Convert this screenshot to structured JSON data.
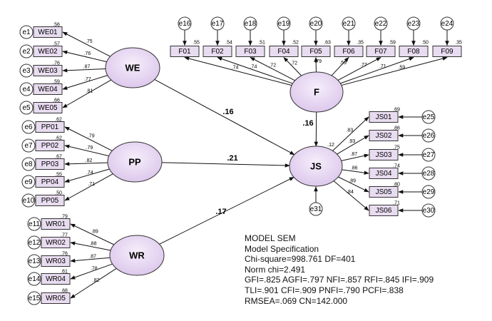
{
  "factors": [
    {
      "id": "WE",
      "label": "WE"
    },
    {
      "id": "PP",
      "label": "PP"
    },
    {
      "id": "WR",
      "label": "WR"
    },
    {
      "id": "F",
      "label": "F"
    },
    {
      "id": "JS",
      "label": "JS"
    }
  ],
  "paths": [
    {
      "from": "WE",
      "to": "JS",
      "coef": ".16"
    },
    {
      "from": "PP",
      "to": "JS",
      "coef": ".21"
    },
    {
      "from": "WR",
      "to": "JS",
      "coef": ".17"
    },
    {
      "from": "F",
      "to": "JS",
      "coef": ".16"
    }
  ],
  "indicators": {
    "WE": [
      {
        "label": "WE01",
        "error": "e1",
        "loading": ".75",
        "r2": ".56"
      },
      {
        "label": "WE02",
        "error": "e2",
        "loading": ".76",
        "r2": ".57"
      },
      {
        "label": "WE03",
        "error": "e3",
        "loading": ".87",
        "r2": ".76"
      },
      {
        "label": "WE04",
        "error": "e4",
        "loading": ".77",
        "r2": ".59"
      },
      {
        "label": "WE05",
        "error": "e5",
        "loading": ".81",
        "r2": ".66"
      }
    ],
    "PP": [
      {
        "label": "PP01",
        "error": "e6",
        "loading": ".79",
        "r2": ".62"
      },
      {
        "label": "PP02",
        "error": "e7",
        "loading": ".79",
        "r2": ".62"
      },
      {
        "label": "PP03",
        "error": "e8",
        "loading": ".82",
        "r2": ".67"
      },
      {
        "label": "PP04",
        "error": "e9",
        "loading": ".74",
        "r2": ".55"
      },
      {
        "label": "PP05",
        "error": "e10",
        "loading": ".71",
        "r2": ".50"
      }
    ],
    "WR": [
      {
        "label": "WR01",
        "error": "e11",
        "loading": ".89",
        "r2": ".79"
      },
      {
        "label": "WR02",
        "error": "e12",
        "loading": ".88",
        "r2": ".77"
      },
      {
        "label": "WR03",
        "error": "e13",
        "loading": ".87",
        "r2": ".76"
      },
      {
        "label": "WR04",
        "error": "e14",
        "loading": ".78",
        "r2": ".61"
      },
      {
        "label": "WR05",
        "error": "e15",
        "loading": ".82",
        "r2": ".68"
      }
    ],
    "F": [
      {
        "label": "F01",
        "error": "e16",
        "loading": ".74",
        "r2": ".55"
      },
      {
        "label": "F02",
        "error": "e17",
        "loading": ".74",
        "r2": ".54"
      },
      {
        "label": "F03",
        "error": "e18",
        "loading": ".72",
        "r2": ".51"
      },
      {
        "label": "F04",
        "error": "e19",
        "loading": ".72",
        "r2": ".52"
      },
      {
        "label": "F05",
        "error": "e20",
        "loading": ".79",
        "r2": ".63"
      },
      {
        "label": "F06",
        "error": "e21",
        "loading": ".59",
        "r2": ".35"
      },
      {
        "label": "F07",
        "error": "e22",
        "loading": ".77",
        "r2": ".59"
      },
      {
        "label": "F08",
        "error": "e23",
        "loading": ".71",
        "r2": ".50"
      },
      {
        "label": "F09",
        "error": "e24",
        "loading": ".59",
        "r2": ".35"
      }
    ],
    "JS": [
      {
        "label": "JS01",
        "error": "e25",
        "loading": ".83",
        "r2": ".69"
      },
      {
        "label": "JS02",
        "error": "e26",
        "loading": ".93",
        "r2": ".86"
      },
      {
        "label": "JS03",
        "error": "e27",
        "loading": ".87",
        "r2": ".75"
      },
      {
        "label": "JS04",
        "error": "e28",
        "loading": ".86",
        "r2": ".74"
      },
      {
        "label": "JS05",
        "error": "e29",
        "loading": ".89",
        "r2": ".80"
      },
      {
        "label": "JS06",
        "error": "e30",
        "loading": ".84",
        "r2": ".71"
      }
    ]
  },
  "js_disturbance": {
    "error": "e31",
    "r2": ".12"
  },
  "stats": {
    "title": "MODEL SEM",
    "subtitle": "Model Specification",
    "chi_square": "Chi-square=998.761 DF=401",
    "norm_chi": "Norm chi=2.491",
    "fit1": "GFI=.825 AGFI=.797  NFI=.857 RFI=.845 IFI=.909",
    "fit2": "TLI=.901 CFI=.909 PNFI=.790 PCFI=.838",
    "fit3": "RMSEA=.069 CN=142.000"
  }
}
